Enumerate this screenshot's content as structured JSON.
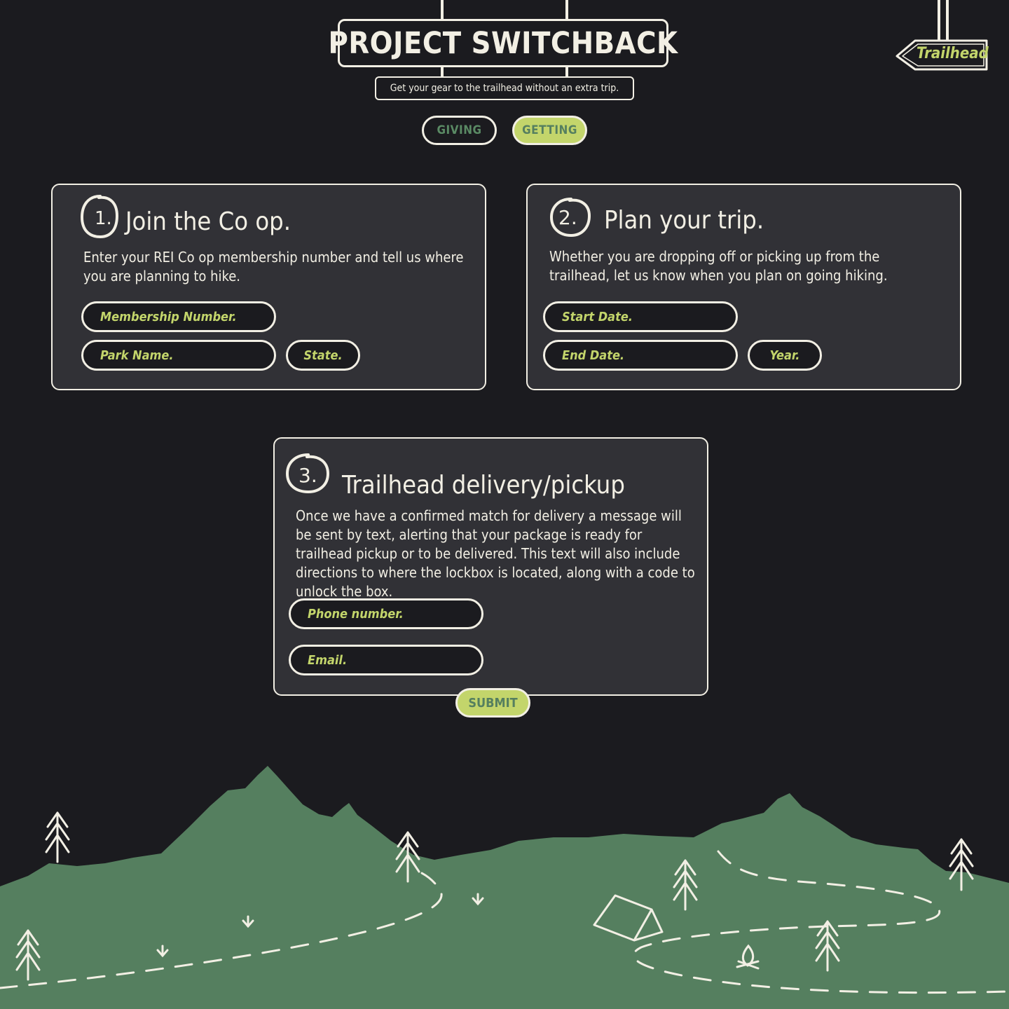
{
  "header": {
    "title": "PROJECT SWITCHBACK",
    "tagline": "Get your gear to the trailhead without an extra trip.",
    "trailhead_sign": "Trailhead"
  },
  "toggle": {
    "giving": "GIVING",
    "getting": "GETTING",
    "active": "GETTING"
  },
  "step1": {
    "number": "1.",
    "title": "Join the Co op.",
    "description": "Enter your REI Co op membership number and tell us where you are planning to hike.",
    "fields": {
      "membership": "Membership Number.",
      "park": "Park Name.",
      "state": "State."
    }
  },
  "step2": {
    "number": "2.",
    "title": "Plan your trip.",
    "description": "Whether you are dropping off or picking up from the trailhead, let us know when you plan on going hiking.",
    "fields": {
      "start": "Start Date.",
      "end": "End Date.",
      "year": "Year."
    }
  },
  "step3": {
    "number": "3.",
    "title": "Trailhead delivery/pickup",
    "description": "Once we have a confirmed match for delivery a message will be sent by text, alerting that your package is ready for trailhead pickup or to be delivered. This text will also include directions to where the lockbox is located, along with a code to unlock the box.",
    "fields": {
      "phone": "Phone number.",
      "email": "Email."
    },
    "submit": "SUBMIT"
  },
  "colors": {
    "background": "#1b1b1f",
    "card": "#313136",
    "accent": "#c3d56b",
    "forest": "#557f5f",
    "line": "#f2efe4"
  },
  "icons": [
    "signpost-icon",
    "arrow-sign-icon",
    "pine-tree-icon",
    "tent-icon",
    "campfire-icon",
    "sprout-icon",
    "mountain-range-icon",
    "dashed-trail-icon"
  ]
}
